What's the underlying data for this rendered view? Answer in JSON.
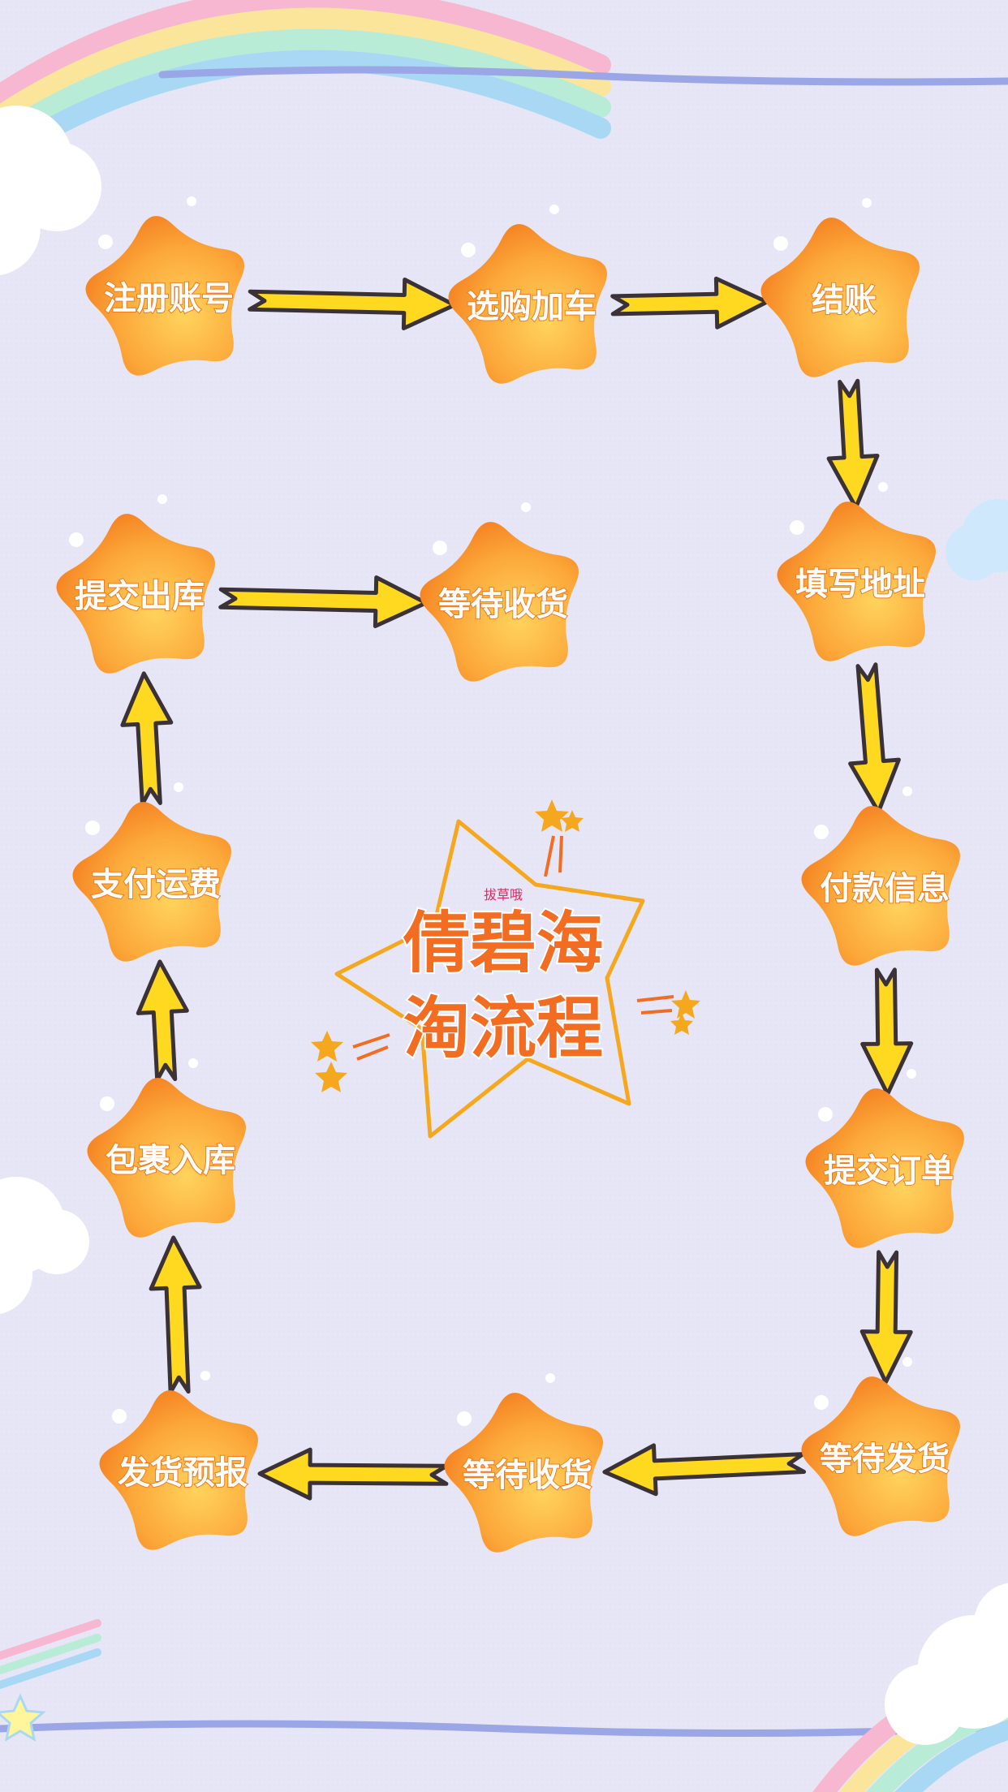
{
  "colors": {
    "background": "#e7e6f6",
    "star_fill_light": "#ffd35c",
    "star_fill_dark": "#f47c1c",
    "arrow_fill": "#ffd91f",
    "arrow_stroke": "#3a3236",
    "title_color": "#f26c22",
    "border_line": "#9aa6e6"
  },
  "title": {
    "subtitle": "拔草哦",
    "line1": "倩碧海",
    "line2": "淘流程"
  },
  "steps": [
    {
      "id": "s1",
      "label": "注册账号"
    },
    {
      "id": "s2",
      "label": "选购加车"
    },
    {
      "id": "s3",
      "label": "结账"
    },
    {
      "id": "s4",
      "label": "填写地址"
    },
    {
      "id": "s5",
      "label": "付款信息"
    },
    {
      "id": "s6",
      "label": "提交订单"
    },
    {
      "id": "s7",
      "label": "等待发货"
    },
    {
      "id": "s8",
      "label": "等待收货"
    },
    {
      "id": "s9",
      "label": "发货预报"
    },
    {
      "id": "s10",
      "label": "包裹入库"
    },
    {
      "id": "s11",
      "label": "支付运费"
    },
    {
      "id": "s12",
      "label": "提交出库"
    },
    {
      "id": "s13",
      "label": "等待收货"
    }
  ],
  "flow": [
    [
      "s1",
      "s2"
    ],
    [
      "s2",
      "s3"
    ],
    [
      "s3",
      "s4"
    ],
    [
      "s4",
      "s5"
    ],
    [
      "s5",
      "s6"
    ],
    [
      "s6",
      "s7"
    ],
    [
      "s7",
      "s8"
    ],
    [
      "s8",
      "s9"
    ],
    [
      "s9",
      "s10"
    ],
    [
      "s10",
      "s11"
    ],
    [
      "s11",
      "s12"
    ],
    [
      "s12",
      "s13"
    ]
  ],
  "icons": [
    "star-icon",
    "arrow-icon",
    "rainbow",
    "cloud"
  ]
}
